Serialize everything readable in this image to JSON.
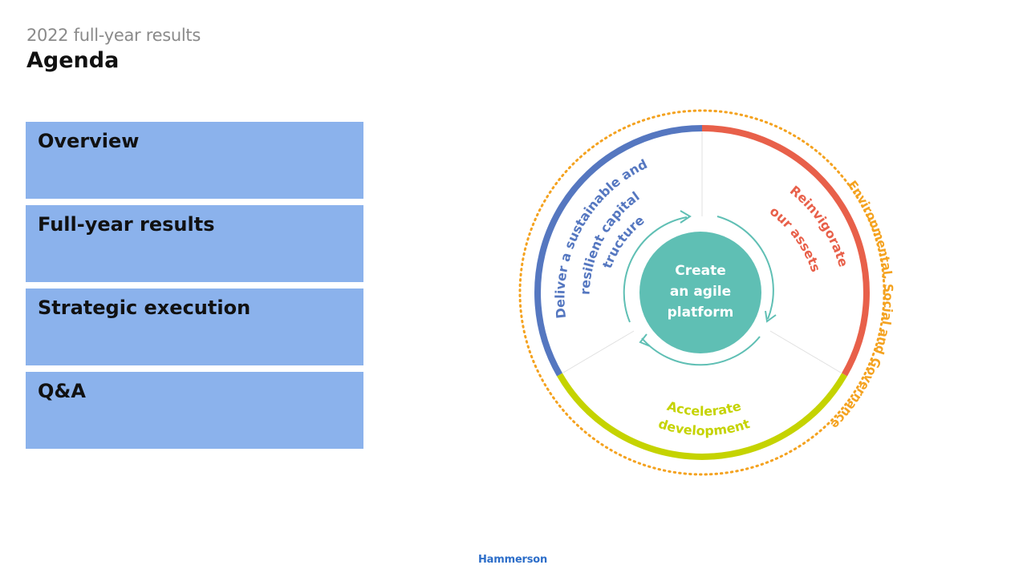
{
  "header": {
    "subtitle": "2022 full-year results",
    "title": "Agenda"
  },
  "agenda": {
    "items": [
      {
        "label": "Overview"
      },
      {
        "label": "Full-year results"
      },
      {
        "label": "Strategic execution"
      },
      {
        "label": "Q&A"
      }
    ]
  },
  "diagram": {
    "center_line1": "Create",
    "center_line2": "an agile",
    "center_line3": "platform",
    "segment_blue_line1": "Deliver a sustainable and",
    "segment_blue_line2": "resilient capital",
    "segment_blue_line3": "structure",
    "segment_red_line1": "Reinvigorate",
    "segment_red_line2": "our assets",
    "segment_green_line1": "Accelerate",
    "segment_green_line2": "development",
    "outer_label": "Environmental, Social and Governance",
    "colors": {
      "blue": "#5577c0",
      "red": "#e8604a",
      "green": "#c5d300",
      "teal": "#5fbfb4",
      "orange": "#f4a21f"
    }
  },
  "footer": {
    "logo": "Hammerson"
  }
}
